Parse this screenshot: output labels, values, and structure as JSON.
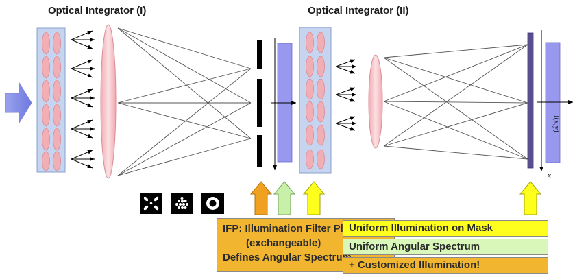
{
  "titles": {
    "integrator_1": "Optical Integrator (I)",
    "integrator_2": "Optical Integrator (II)"
  },
  "ifp_box": {
    "line1": "IFP: Illumination Filter Plate",
    "line2": "(exchangeable)",
    "line3": "Defines Angular Spectrum"
  },
  "uniform_boxes": {
    "mask": "Uniform Illumination on Mask",
    "angular": "Uniform Angular Spectrum",
    "custom": "+ Customized Illumination!"
  },
  "axis": {
    "intensity_label": "I(x,y)",
    "x_label": "x"
  },
  "icons": [
    "cross-pattern-icon",
    "dot-cluster-icon",
    "ring-icon"
  ],
  "colors": {
    "lens_array_bg": "#c6d4f0",
    "lenslet": "#f2aeb5",
    "lens": "#f6c4c9",
    "plate": "#9898ee",
    "arrow_orange": "#f0a11f",
    "arrow_green": "#c8f0a8",
    "arrow_yellow": "#ffff1e",
    "input_arrow": "#8c95e8",
    "mask": "#5a4d8f"
  }
}
